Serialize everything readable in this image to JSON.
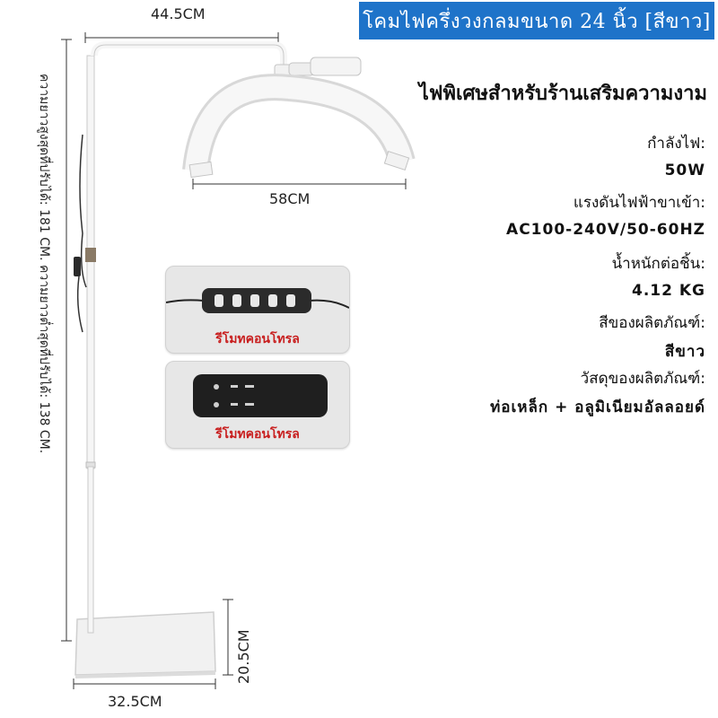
{
  "header": {
    "title": "โคมไฟครึ่งวงกลมขนาด 24 นิ้ว [สีขาว]"
  },
  "subtitle": "ไฟพิเศษสำหรับร้านเสริมความงาม",
  "specs": [
    {
      "label": "กำลังไฟ:",
      "value": "50W"
    },
    {
      "label": "แรงดันไฟฟ้าขาเข้า:",
      "value": "AC100-240V/50-60HZ"
    },
    {
      "label": "น้ำหนักต่อชิ้น:",
      "value": "4.12 KG"
    },
    {
      "label": "สีของผลิตภัณฑ์:",
      "value": "สีขาว"
    },
    {
      "label": "วัสดุของผลิตภัณฑ์:",
      "value": "ท่อเหล็ก + อลูมิเนียมอัลลอยด์"
    }
  ],
  "dimensions": {
    "arm_width": "44.5CM",
    "lamp_width": "58CM",
    "base_width": "32.5CM",
    "base_depth": "20.5CM",
    "height_range": "ความยาวสูงสุดที่ปรับได้: 181 CM. ความยาวต่ำสุดที่ปรับได้: 138 CM."
  },
  "remotes": [
    {
      "label": "รีโมทคอนโทรล",
      "type": "inline-remote"
    },
    {
      "label": "รีโมทคอนโทรล",
      "type": "wireless-remote"
    }
  ],
  "colors": {
    "title_bg": "#1e73c9",
    "remote_label": "#c81e1e",
    "lamp": "#f4f4f4"
  }
}
